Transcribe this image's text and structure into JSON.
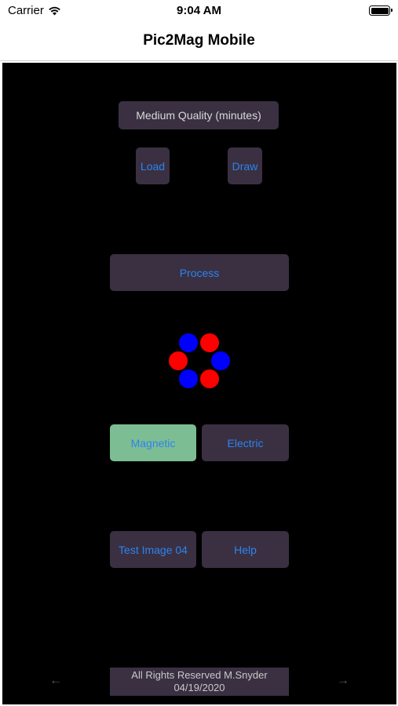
{
  "status": {
    "carrier": "Carrier",
    "time": "9:04 AM"
  },
  "nav": {
    "title": "Pic2Mag Mobile"
  },
  "controls": {
    "quality": "Medium Quality (minutes)",
    "load": "Load",
    "draw": "Draw",
    "process": "Process",
    "magnetic": "Magnetic",
    "electric": "Electric",
    "test_image": "Test Image 04",
    "help": "Help"
  },
  "footer": {
    "line1": "All Rights Reserved M.Snyder",
    "line2": "04/19/2020",
    "prev_arrow": "←",
    "next_arrow": "→"
  },
  "colors": {
    "canvas_bg": "#000000",
    "button_bg": "#3a3042",
    "button_text": "#2d83f0",
    "selected_bg": "#7dbd93",
    "dot_red": "#ff0000",
    "dot_blue": "#0000ff"
  },
  "icons": {
    "wifi": "wifi-icon",
    "battery": "battery-icon"
  }
}
